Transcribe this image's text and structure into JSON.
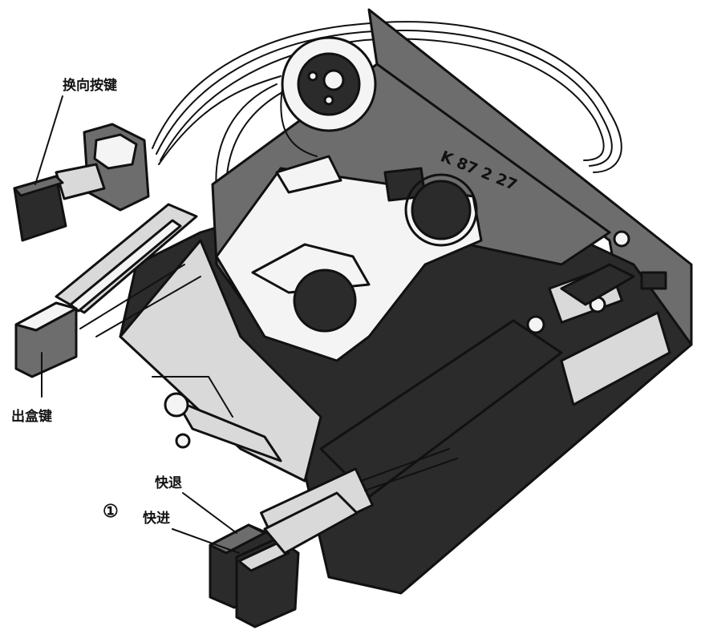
{
  "labels": {
    "reverse_key": "换向按键",
    "eject_key": "出盒键",
    "rewind": "快退",
    "fast_forward": "快进",
    "figure_number": "①",
    "model_number": "K 87 2 27"
  },
  "icons": [
    "cassette-deck-mechanism",
    "key-button",
    "reel-spindle",
    "motor-pulley",
    "drive-belt",
    "wire-bundle"
  ]
}
